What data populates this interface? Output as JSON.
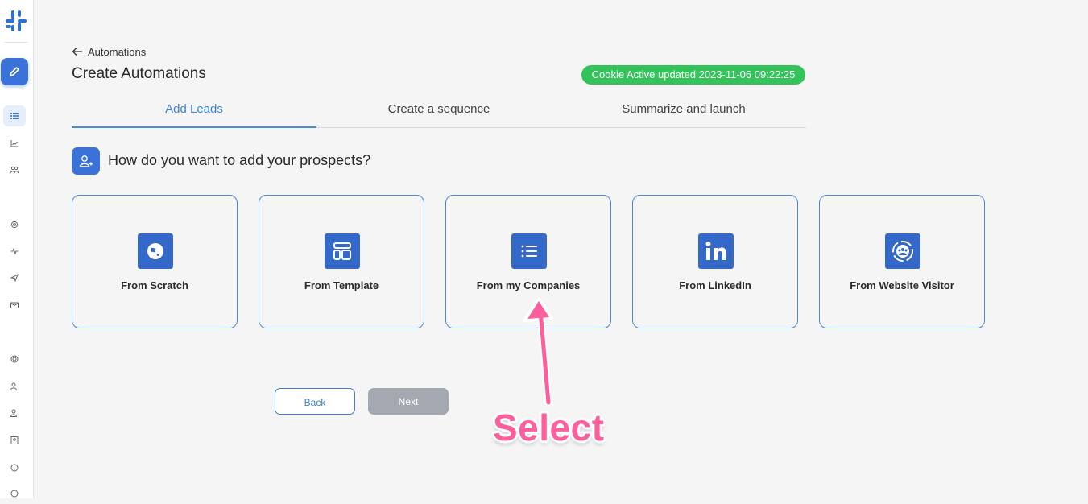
{
  "header": {
    "back_label": "Automations",
    "title": "Create Automations",
    "status_badge": "Cookie Active updated 2023-11-06 09:22:25"
  },
  "tabs": [
    {
      "label": "Add Leads",
      "active": true
    },
    {
      "label": "Create a sequence",
      "active": false
    },
    {
      "label": "Summarize and launch",
      "active": false
    }
  ],
  "question": "How do you want to add your prospects?",
  "options": [
    {
      "label": "From Scratch",
      "icon": "globe-icon"
    },
    {
      "label": "From Template",
      "icon": "template-icon"
    },
    {
      "label": "From my Companies",
      "icon": "list-icon"
    },
    {
      "label": "From LinkedIn",
      "icon": "linkedin-icon"
    },
    {
      "label": "From Website Visitor",
      "icon": "website-visitor-icon"
    }
  ],
  "buttons": {
    "back": "Back",
    "next": "Next"
  },
  "annotation": "Select",
  "colors": {
    "accent": "#3a72d9",
    "status_green": "#34c25a",
    "annotation_pink": "#ff5e9c",
    "disabled": "#a4a8b1"
  },
  "sidebar": {
    "icons": [
      "logo-icon",
      "edit-icon",
      "list-icon",
      "chart-icon",
      "users-icon",
      "settings-icon",
      "activity-icon",
      "send-icon",
      "mail-icon",
      "shield-icon",
      "user-icon",
      "user-check-icon",
      "contact-icon",
      "help-icon",
      "help-circle-icon"
    ]
  }
}
